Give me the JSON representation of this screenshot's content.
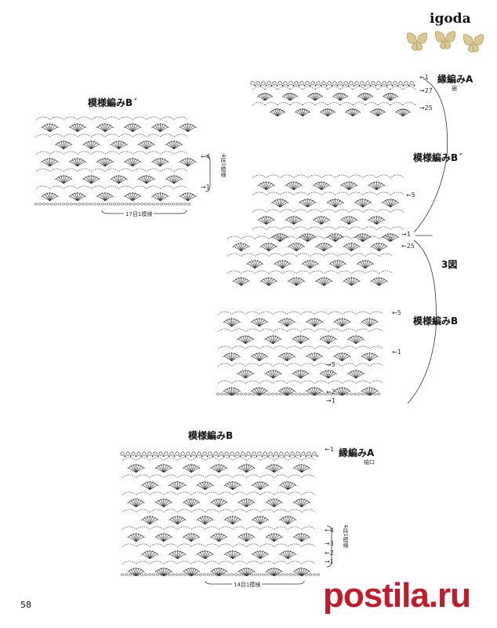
{
  "brand": "igoda",
  "page_number": "58",
  "watermark": "postila.ru",
  "labels": {
    "pattern_b_prime_top": "模様編みB´",
    "edging_a": "縁編みA",
    "hem": "裾",
    "pattern_b_prime_right": "模様編みB´",
    "figure": "3図",
    "pattern_b_right": "模様編みB",
    "pattern_b_bottom": "模様編みB",
    "edging_a_bottom": "縁編みA",
    "cuff": "袖口"
  },
  "repeat_notes": {
    "top_left_repeat": "17目1模様",
    "top_left_rows": "4段1模様",
    "bottom_repeat": "14目1模様",
    "bottom_rows": "4段1模様"
  },
  "row_markers": {
    "tl_4": "←4",
    "tl_1": "→1",
    "a_1": "←1",
    "a_27": "→27",
    "a_25": "→25",
    "bp_5": "←5",
    "mid_1": "→1",
    "mid_25": "←25",
    "b_5": "←5",
    "b_1": "←1",
    "b_5l": "→5",
    "b_2": "←2",
    "b_1b": "→1",
    "bot_1": "←1",
    "bot_4": "←4",
    "bot_3": "→3",
    "bot_2": "←2",
    "bot_1b": "→1"
  },
  "colors": {
    "watermark": "#c41b2b",
    "ink": "#222222"
  }
}
